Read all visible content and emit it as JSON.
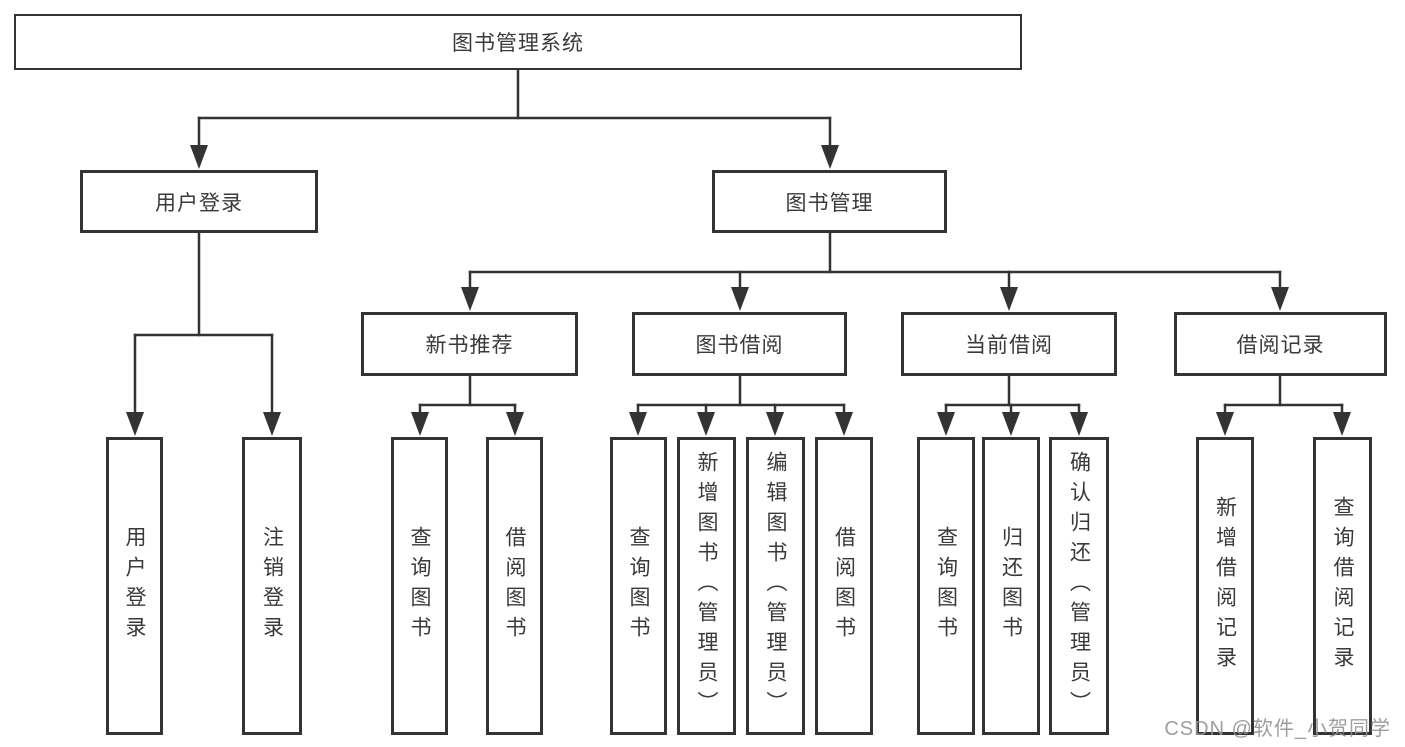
{
  "diagram": {
    "root": {
      "label": "图书管理系统",
      "children": [
        {
          "label": "用户登录",
          "children": [
            {
              "label": "用户登录"
            },
            {
              "label": "注销登录"
            }
          ]
        },
        {
          "label": "图书管理",
          "children": [
            {
              "label": "新书推荐",
              "children": [
                {
                  "label": "查询图书"
                },
                {
                  "label": "借阅图书"
                }
              ]
            },
            {
              "label": "图书借阅",
              "children": [
                {
                  "label": "查询图书"
                },
                {
                  "label": "新增图书（管理员）"
                },
                {
                  "label": "编辑图书（管理员）"
                },
                {
                  "label": "借阅图书"
                }
              ]
            },
            {
              "label": "当前借阅",
              "children": [
                {
                  "label": "查询图书"
                },
                {
                  "label": "归还图书"
                },
                {
                  "label": "确认归还（管理员）"
                }
              ]
            },
            {
              "label": "借阅记录",
              "children": [
                {
                  "label": "新增借阅记录"
                },
                {
                  "label": "查询借阅记录"
                }
              ]
            }
          ]
        }
      ]
    }
  },
  "watermark": "CSDN @软件_小贺同学",
  "colors": {
    "line": "#333333",
    "text": "#3a3a3a",
    "watermark": "#949494",
    "background": "#ffffff"
  }
}
